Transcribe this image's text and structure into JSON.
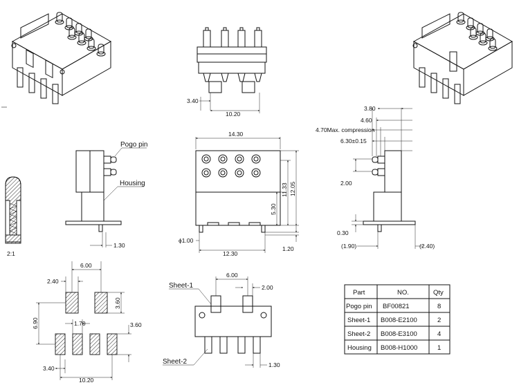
{
  "callouts": {
    "pogo_pin": "Pogo pin",
    "housing": "Housing",
    "sheet_1": "Sheet-1",
    "sheet_2": "Sheet-2",
    "scale": "2:1"
  },
  "dims": {
    "top_3_40": "3.40",
    "top_10_20": "10.20",
    "front_14_30": "14.30",
    "front_11_33": "11.33",
    "front_12_05": "12.05",
    "front_5_30": "5.30",
    "front_phi": "ϕ1.00",
    "front_12_30": "12.30",
    "front_1_20": "1.20",
    "side_1_30": "1.30",
    "rs_3_80": "3.80",
    "rs_4_60": "4.60",
    "rs_4_70": "4.70Max. compression",
    "rs_6_30": "6.30±0.15",
    "rs_2_00": "2.00",
    "rs_0_30": "0.30",
    "rs_1_90": "(1.90)",
    "rs_2_40": "(2.40)",
    "pad_6_00": "6.00",
    "pad_2_40": "2.40",
    "pad_3_60a": "3.60",
    "pad_6_90": "6.90",
    "pad_1_70": "1.70",
    "pad_3_60b": "3.60",
    "pad_3_40": "3.40",
    "pad_10_20": "10.20",
    "bot_6_00": "6.00",
    "bot_2_00": "2.00",
    "bot_1_30": "1.30"
  },
  "parts_table": {
    "headers": [
      "Part",
      "NO.",
      "Qty"
    ],
    "rows": [
      [
        "Pogo pin",
        "BF00821",
        "8"
      ],
      [
        "Sheet-1",
        "B008-E2100",
        "2"
      ],
      [
        "Sheet-2",
        "B008-E3100",
        "4"
      ],
      [
        "Housing",
        "B008-H1000",
        "1"
      ]
    ]
  }
}
